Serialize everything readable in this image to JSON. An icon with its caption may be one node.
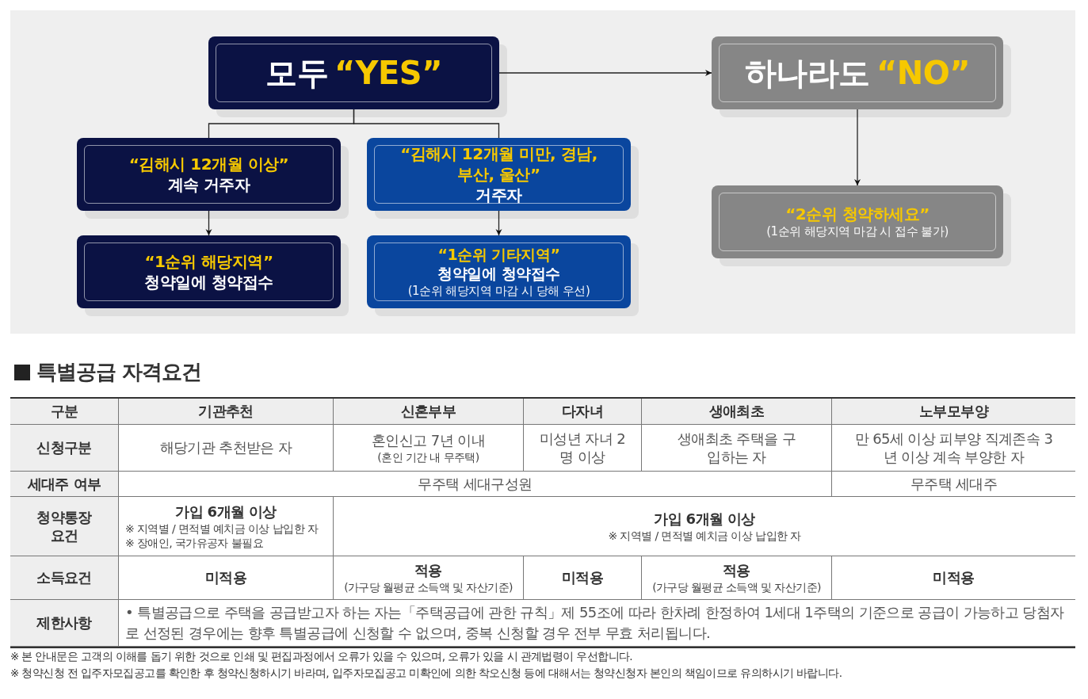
{
  "diagram": {
    "nodes": [
      {
        "text": [
          "모두",
          "“YES”"
        ]
      },
      {
        "text": [
          "“김해시 12개월 이상”",
          "계속 거주자"
        ]
      },
      {
        "text": [
          "“김해시 12개월 미만, 경남, 부산, 울산”",
          "거주자"
        ]
      },
      {
        "text": [
          "“1순위 해당지역”",
          "청약일에 청약접수"
        ]
      },
      {
        "text": [
          "“1순위 기타지역”",
          "청약일에 청약접수",
          "(1순위 해당지역 마감 시 당해 우선)"
        ]
      },
      {
        "text": [
          "하나라도",
          "“NO”"
        ]
      },
      {
        "text": [
          "“2순위 청약하세요”",
          "(1순위 해당지역 마감 시 접수 불가)"
        ]
      }
    ],
    "edges": [
      {
        "from": 0,
        "to": 5,
        "arrow": "to"
      },
      {
        "from": 0,
        "to": 1,
        "arrow": "none"
      },
      {
        "from": 0,
        "to": 2,
        "arrow": "none"
      },
      {
        "from": 1,
        "to": 3,
        "arrow": "to"
      },
      {
        "from": 2,
        "to": 4,
        "arrow": "to"
      },
      {
        "from": 5,
        "to": 6,
        "arrow": "to"
      }
    ],
    "labels": [
      "특별공급 자격요건",
      "구분",
      "기관추천",
      "신혼부부",
      "다자녀",
      "생애최초",
      "노부모부양",
      "신청구분",
      "해당기관 추천받은 자",
      "혼인신고 7년 이내",
      "(혼인 기간 내 무주택)",
      "미성년 자녀 2명 이상",
      "생애최초 주택을 구입하는 자",
      "만 65세 이상 피부양 직계존속 3년 이상 계속 부양한 자",
      "세대주 여부",
      "무주택 세대구성원",
      "무주택 세대주",
      "청약통장 요건",
      "가입 6개월 이상",
      "※ 지역별 / 면적별 예치금 이상 납입한 자",
      "※ 장애인, 국가유공자 불필요",
      "가입 6개월 이상",
      "※ 지역별 / 면적별 예치금 이상 납입한 자",
      "소득요건",
      "미적용",
      "적용",
      "(가구당 월평균 소득액 및 자산기준)",
      "미적용",
      "적용",
      "(가구당 월평균 소득액 및 자산기준)",
      "미적용",
      "제한사항",
      "• 특별공급으로 주택을 공급받고자 하는 자는「주택공급에 관한 규칙」제 55조에 따라 한차례 한정하여 1세대 1주택의 기준으로 공급이 가능하고 당첨자로 선정된 경우에는 향후 특별공급에 신청할 수 없으며, 중복 신청할 경우 전부 무효 처리됩니다.",
      "※ 본 안내문은 고객의 이해를 돕기 위한 것으로 인쇄 및 편집과정에서 오류가 있을 수 있으며, 오류가 있을 시 관계법령이 우선합니다.",
      "※ 청약신청 전 입주자모집공고를 확인한 후 청약신청하시기 바라며, 입주자모집공고 미확인에 의한 착오신청 등에 대해서는 청약신청자 본인의 책임이므로 유의하시기 바랍니다."
    ]
  }
}
